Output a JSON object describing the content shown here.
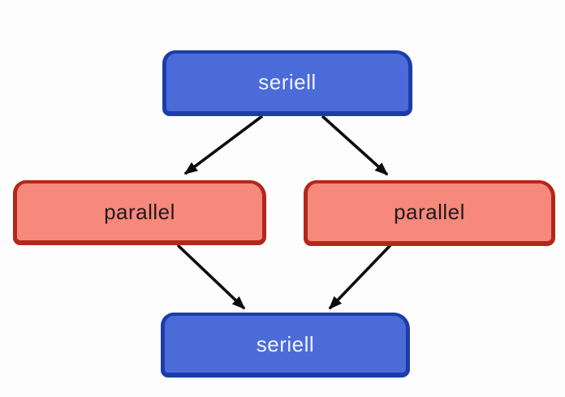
{
  "diagram": {
    "nodes": [
      {
        "id": "top",
        "label": "seriell",
        "type": "serial"
      },
      {
        "id": "left",
        "label": "parallel",
        "type": "parallel"
      },
      {
        "id": "right",
        "label": "parallel",
        "type": "parallel"
      },
      {
        "id": "bottom",
        "label": "seriell",
        "type": "serial"
      }
    ],
    "edges": [
      {
        "from": "top",
        "to": "left"
      },
      {
        "from": "top",
        "to": "right"
      },
      {
        "from": "left",
        "to": "bottom"
      },
      {
        "from": "right",
        "to": "bottom"
      }
    ],
    "colors": {
      "serial_fill": "#4a6bd8",
      "serial_border": "#1e3ca8",
      "serial_text": "#eef3ff",
      "parallel_fill": "#f6897b",
      "parallel_border": "#b3271b",
      "parallel_text": "#201a1a",
      "arrow": "#0d0d0d",
      "background": "#fdfdfd"
    }
  }
}
